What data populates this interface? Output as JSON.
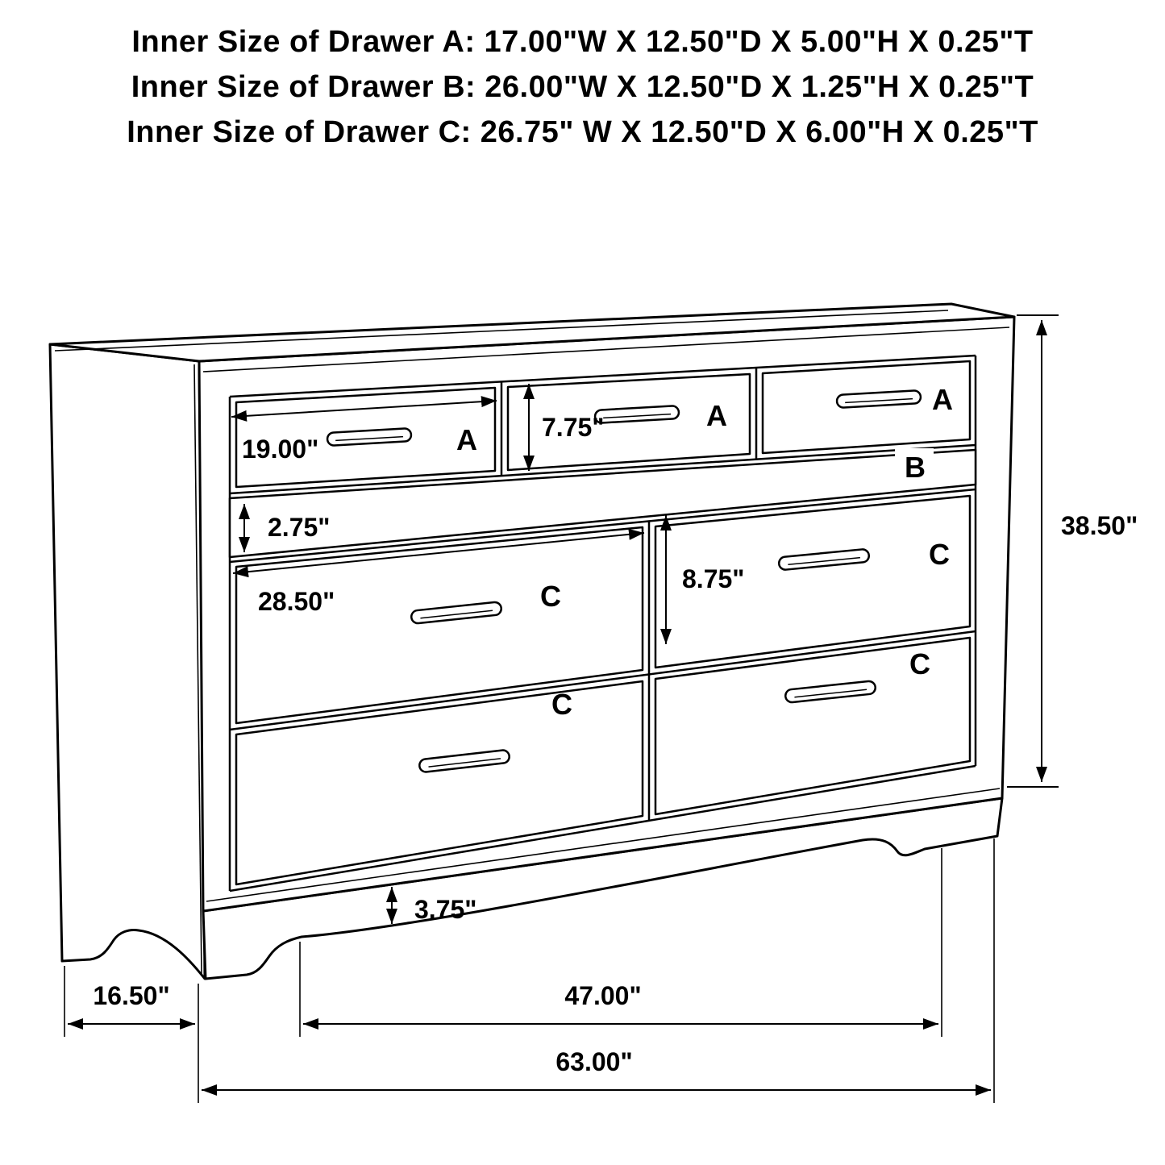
{
  "header": {
    "line1": "Inner Size of Drawer A: 17.00\"W X 12.50\"D X 5.00\"H X 0.25\"T",
    "line2": "Inner Size of Drawer B: 26.00\"W X 12.50\"D X 1.25\"H X 0.25\"T",
    "line3": "Inner Size of Drawer C: 26.75\" W X 12.50\"D X 6.00\"H X 0.25\"T"
  },
  "diagram": {
    "drawer_labels": {
      "a1": "A",
      "a2": "A",
      "a3": "A",
      "b": "B",
      "c_left_top": "C",
      "c_left_bottom": "C",
      "c_right_top": "C",
      "c_right_bottom": "C"
    },
    "dimensions": {
      "drawer_a_width": "19.00\"",
      "drawer_a_height": "7.75\"",
      "drawer_b_height": "2.75\"",
      "drawer_c_width": "28.50\"",
      "drawer_c_height": "8.75\"",
      "overall_height": "38.50\"",
      "foot_height": "3.75\"",
      "side_depth": "16.50\"",
      "feet_span": "47.00\"",
      "overall_width": "63.00\""
    },
    "colors": {
      "label_red": "#e8000d",
      "line_black": "#000000"
    }
  }
}
